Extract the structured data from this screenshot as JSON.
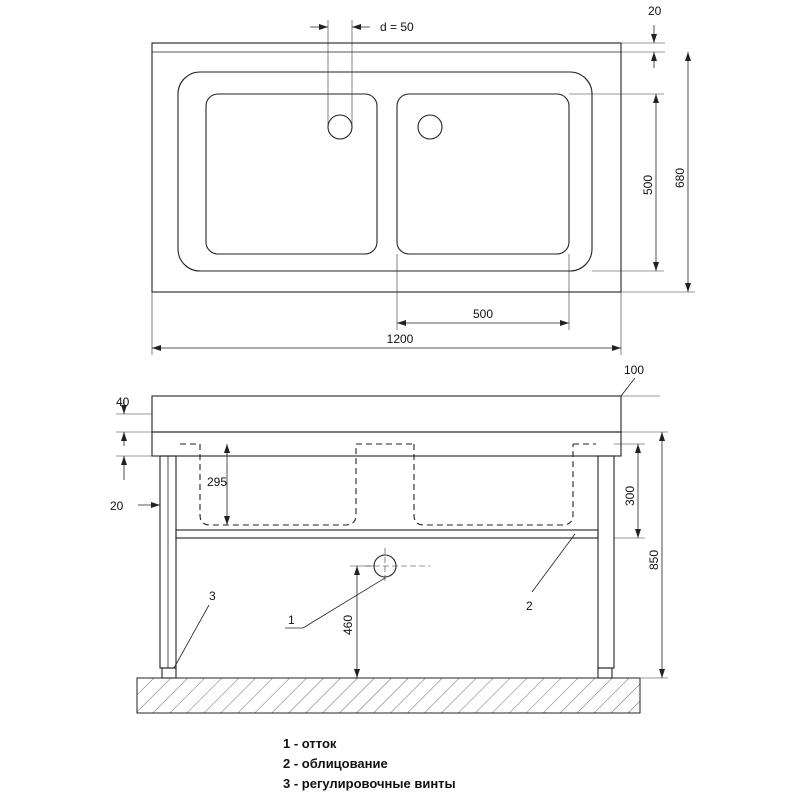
{
  "top_view": {
    "drain_diameter_label": "d = 50",
    "dim_edge": "20",
    "dim_depth_total": "680",
    "dim_bowl_depth": "500",
    "dim_bowl_width": "500",
    "dim_total_width": "1200"
  },
  "front_view": {
    "dim_backsplash": "100",
    "dim_top_thickness": "40",
    "dim_bowl_depth": "295",
    "dim_shelf_gap": "20",
    "dim_bowl_height": "300",
    "dim_total_height": "850",
    "dim_drain_height": "460",
    "callout_1": "1",
    "callout_2": "2",
    "callout_3": "3"
  },
  "legend": [
    "1 - отток",
    "2 - облицование",
    "3 - регулировочные винты"
  ]
}
